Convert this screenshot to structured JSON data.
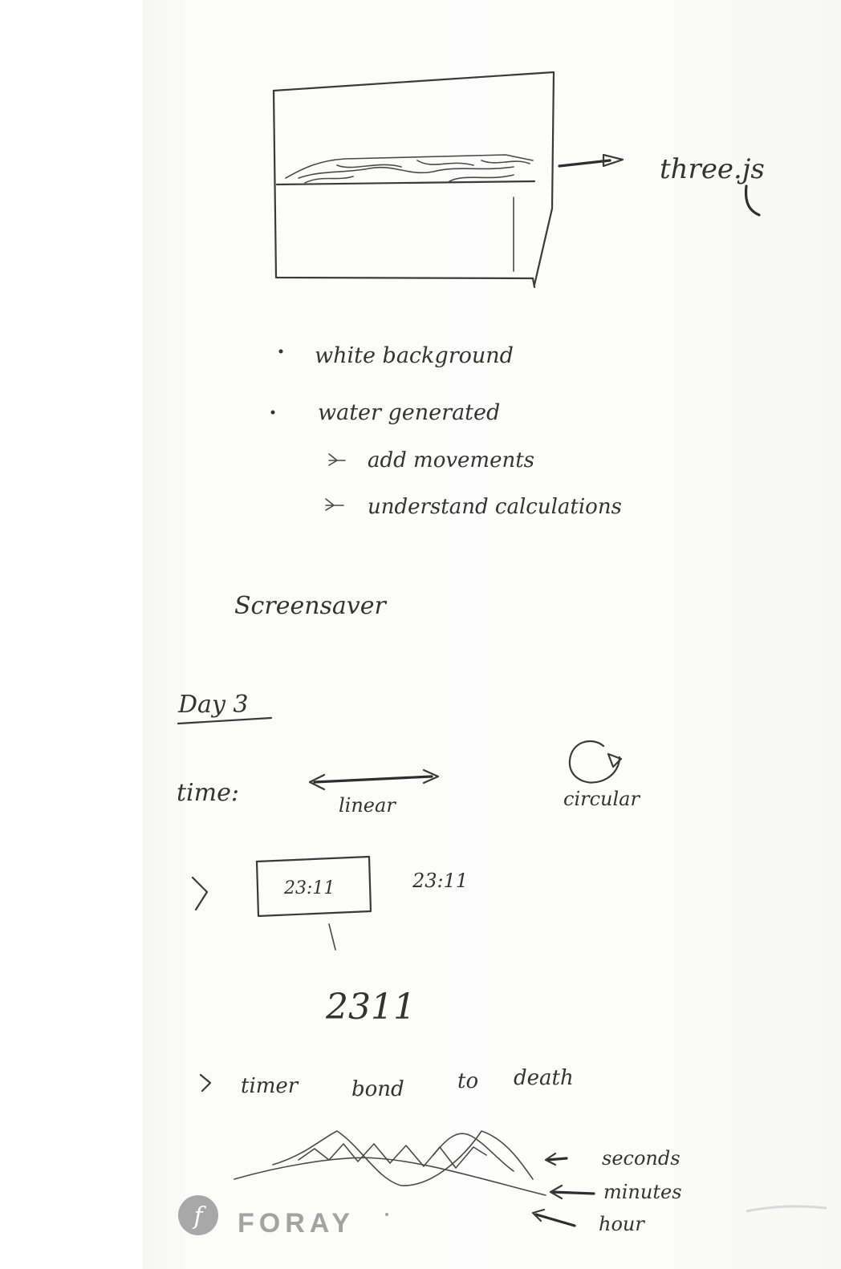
{
  "sketch_top": {
    "label": "three.js"
  },
  "notes": [
    "white background",
    "water generated",
    "add movements",
    "understand calculations"
  ],
  "screensaver_label": "Screensaver",
  "day_heading": "Day 3",
  "time_section": {
    "label": "time:",
    "linear_label": "linear",
    "circular_label": "circular"
  },
  "clock": {
    "boxed_time": "23:11",
    "plain_time": "23:11",
    "stacked_time": "2311"
  },
  "timer_line": {
    "words": [
      "timer",
      "bond",
      "to",
      "death"
    ]
  },
  "waves_legend": [
    "seconds",
    "minutes",
    "hour"
  ],
  "logo": {
    "text": "FORAY",
    "mark": "f"
  },
  "colors": {
    "ink": "#3a3a3a",
    "logo_grey": "#a3a3a3",
    "paper": "#fdfdfc"
  }
}
